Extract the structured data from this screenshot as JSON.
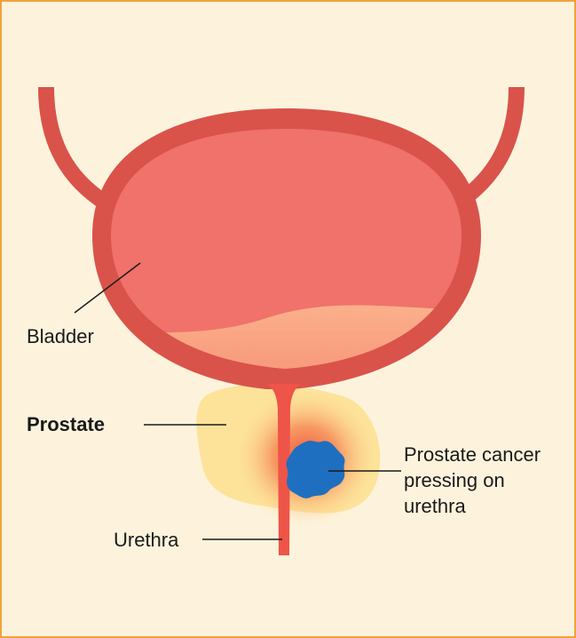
{
  "labels": {
    "bladder": "Bladder",
    "prostate": "Prostate",
    "cancer_line1": "Prostate cancer",
    "cancer_line2": "pressing on",
    "cancer_line3": "urethra",
    "urethra": "Urethra"
  },
  "colors": {
    "background": "#fdf3dc",
    "border": "#f0a23b",
    "bladder_wall": "#d9534a",
    "bladder_inner": "#f0726a",
    "urine": "#fbb08a",
    "prostate": "#fde39a",
    "inflammation": "#f26b4a",
    "tumor": "#1f6fc0",
    "leader_line": "#1a1a1a"
  }
}
